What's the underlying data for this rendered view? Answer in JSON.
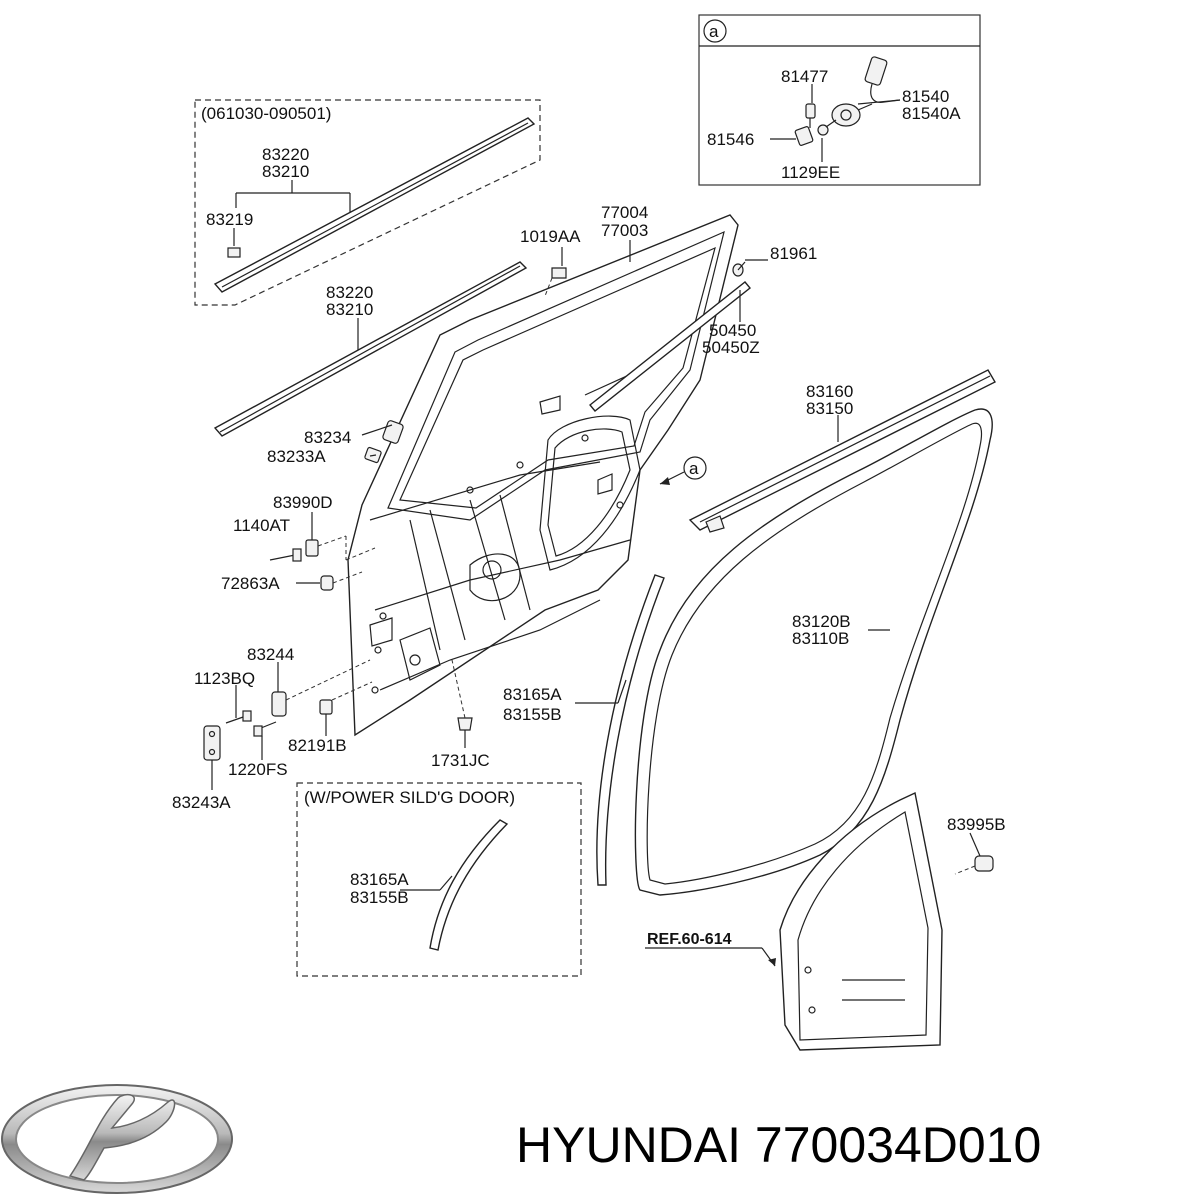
{
  "diagram": {
    "callout_a_letter": "a",
    "inset_a": {
      "labels": [
        "81477",
        "81540",
        "81540A",
        "81546",
        "1129EE"
      ]
    },
    "inset_upper": {
      "title": "(061030-090501)",
      "labels": [
        "83220",
        "83210",
        "83219"
      ]
    },
    "inset_lower": {
      "title": "(W/POWER SILD'G DOOR)",
      "labels": [
        "83165A",
        "83155B"
      ]
    },
    "main_labels": {
      "l_77004": "77004",
      "l_77003": "77003",
      "l_1019AA": "1019AA",
      "l_81961": "81961",
      "l_83220": "83220",
      "l_83210": "83210",
      "l_50450": "50450",
      "l_50450Z": "50450Z",
      "l_83160": "83160",
      "l_83150": "83150",
      "l_83234": "83234",
      "l_83233A": "83233A",
      "l_83990D": "83990D",
      "l_1140AT": "1140AT",
      "l_72863A": "72863A",
      "l_83244": "83244",
      "l_1123BQ": "1123BQ",
      "l_83120B": "83120B",
      "l_83110B": "83110B",
      "l_83165A": "83165A",
      "l_83155B": "83155B",
      "l_82191B": "82191B",
      "l_1731JC": "1731JC",
      "l_1220FS": "1220FS",
      "l_83243A": "83243A",
      "l_83995B": "83995B",
      "l_ref": "REF.60-614"
    }
  },
  "footer": {
    "brand_text": "HYUNDAI 770034D010",
    "logo_icon": "hyundai-logo-icon"
  }
}
